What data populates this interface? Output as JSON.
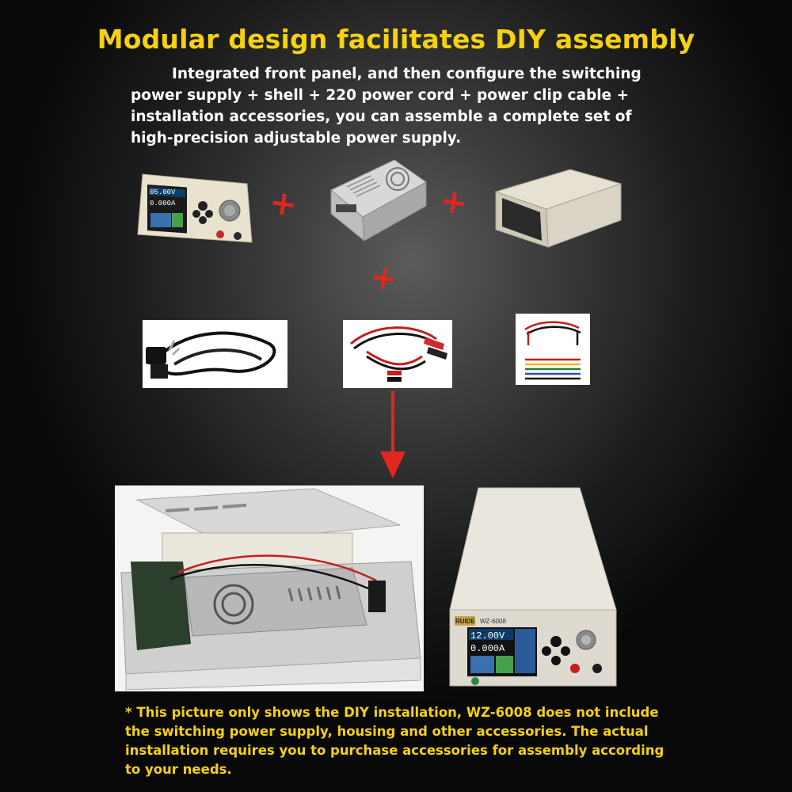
{
  "header": {
    "title": "Modular design facilitates DIY assembly",
    "intro": "Integrated front panel, and then configure the switching power supply + shell + 220 power cord + power clip cable + installation accessories, you can assemble a complete set of high-precision adjustable power supply."
  },
  "module_panel": {
    "voltage": "05.00V",
    "current": "0.000A"
  },
  "final_unit": {
    "brand": "RUIDE",
    "model": "WZ-6008",
    "voltage": "12.00V",
    "current": "0.000A"
  },
  "plus_sign": "+",
  "footer": {
    "note": "* This picture only shows the DIY installation, WZ-6008 does not include the switching power supply, housing and other accessories. The actual installation requires you to purchase accessories for assembly according to your needs."
  },
  "colors": {
    "accent_yellow": "#f5d10f",
    "plus_red": "#e0271f",
    "arrow_red": "#e0271f"
  }
}
